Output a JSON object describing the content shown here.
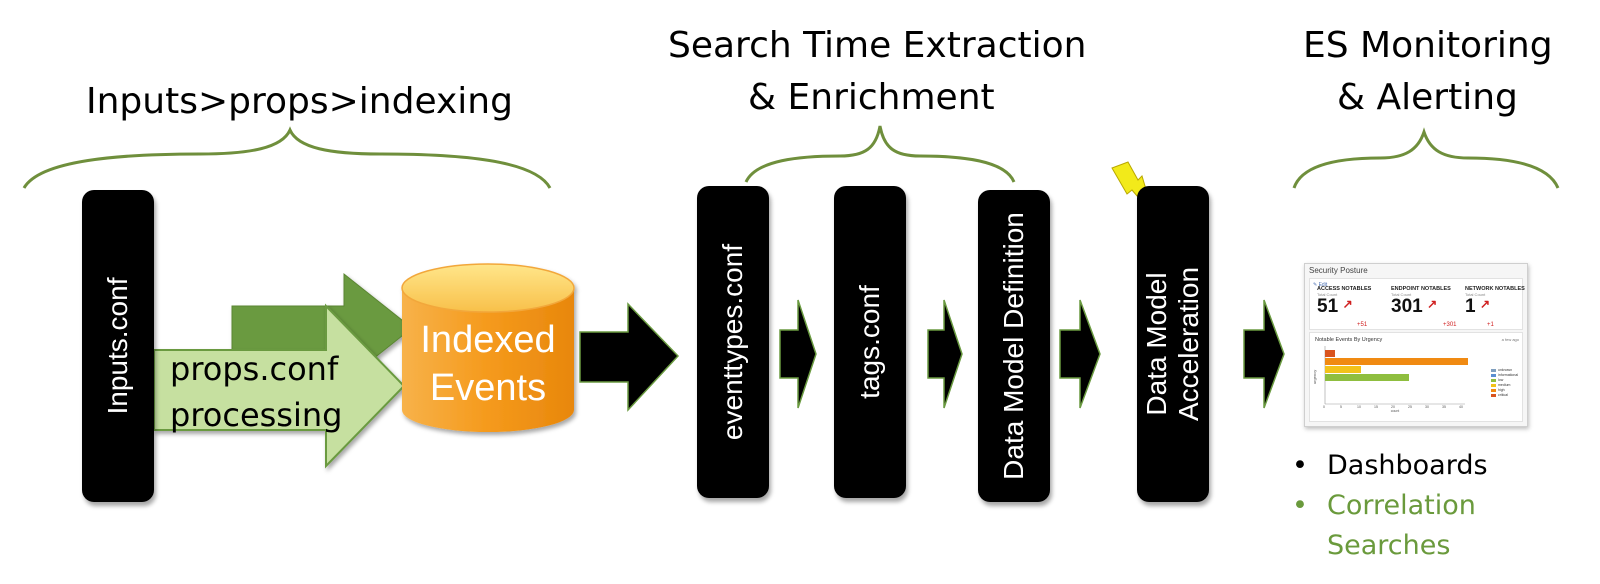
{
  "headings": {
    "stage1": "Inputs>props>indexing",
    "stage2_line1": "Search Time Extraction",
    "stage2_line2": "& Enrichment",
    "stage3_line1": "ES Monitoring",
    "stage3_line2": "& Alerting"
  },
  "bars": {
    "inputs": "Inputs.conf",
    "eventtypes": "eventtypes.conf",
    "tags": "tags.conf",
    "datamodel_definition": "Data Model Definition",
    "acceleration_line1": "Data Model",
    "acceleration_line2": "Acceleration"
  },
  "props": {
    "line1": "props.conf",
    "line2": "processing"
  },
  "indexed": {
    "line1": "Indexed",
    "line2": "Events"
  },
  "dashboard": {
    "title": "Security Posture",
    "edit": "Edit",
    "kpis": [
      {
        "label": "ACCESS NOTABLES",
        "sub": "Total Count",
        "value": "51",
        "delta": "+51"
      },
      {
        "label": "ENDPOINT NOTABLES",
        "sub": "Total Count",
        "value": "301",
        "delta": "+301"
      },
      {
        "label": "NETWORK NOTABLES",
        "sub": "Total Count",
        "value": "1",
        "delta": "+1"
      }
    ],
    "chart": {
      "title": "Notable Events By Urgency",
      "ago": "a few ago",
      "ylabel": "urgency",
      "xlabel": "count",
      "xticks": [
        "0",
        "5",
        "10",
        "15",
        "20",
        "25",
        "30",
        "35",
        "40"
      ],
      "legend": [
        "unknown",
        "informational",
        "low",
        "medium",
        "high",
        "critical"
      ]
    }
  },
  "bullets": {
    "item1": "Dashboards",
    "item2_line1": "Correlation",
    "item2_line2": "Searches"
  },
  "colors": {
    "brace": "#6f8f3c",
    "arrow_dark_green": "#6a9a40",
    "arrow_light_green": "#c6e0a0",
    "cylinder_orange": "#f29a1f",
    "bolt_yellow": "#f2ea1a",
    "bullet_green": "#6a9a3c"
  }
}
